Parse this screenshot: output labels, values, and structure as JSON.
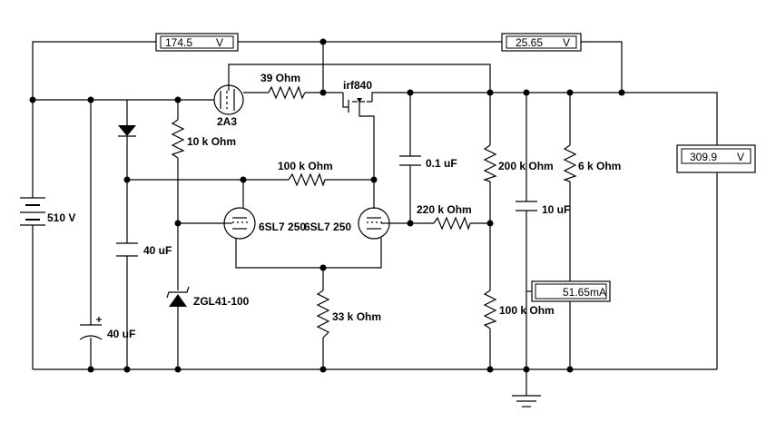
{
  "meters": {
    "v1": {
      "value": "174.5",
      "unit": "V"
    },
    "v2": {
      "value": "25.65",
      "unit": "V"
    },
    "v3": {
      "value": "309.9",
      "unit": "V"
    },
    "a1": {
      "value": "51.65",
      "unit": "mA"
    }
  },
  "labels": {
    "tube_2a3": "2A3",
    "r_39": "39  Ohm",
    "mosfet": "irf840",
    "r_10k": "10 k Ohm",
    "r_100k": "100 k Ohm",
    "c_01": "0.1 uF",
    "r_200k": "200 k Ohm",
    "r_6k": "6 k Ohm",
    "battery": "510 V",
    "tube_a": "6SL7 250",
    "tube_b": "6SL7 250",
    "r_220k": "220 k Ohm",
    "c_10": "10 uF",
    "c_40a": "40 uF",
    "zener": "ZGL41-100",
    "r_33k": "33 k Ohm",
    "r_100k_b": "100 k Ohm",
    "c_40b": "40 uF"
  },
  "colors": {
    "ink": "#000000",
    "background": "#ffffff"
  }
}
